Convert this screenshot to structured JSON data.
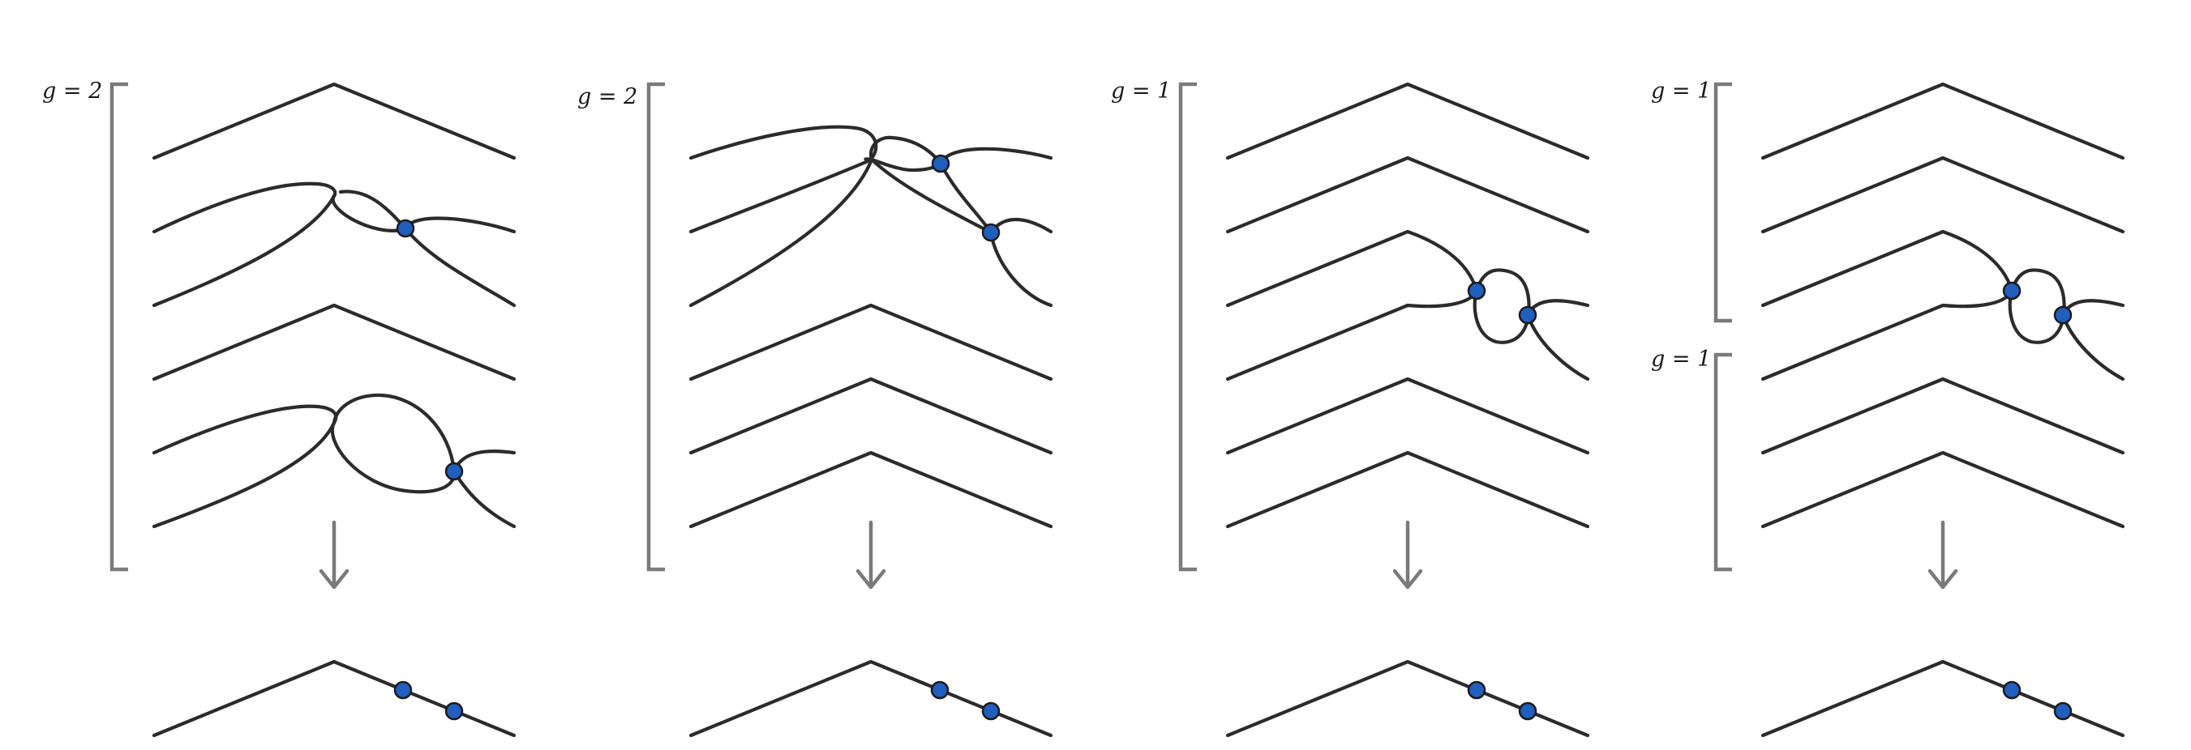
{
  "panels": [
    {
      "labels": [
        "g = 2"
      ]
    },
    {
      "labels": [
        "g = 2"
      ]
    },
    {
      "labels": [
        "g = 1"
      ]
    },
    {
      "labels": [
        "g = 1",
        "g = 1"
      ]
    }
  ],
  "colors": {
    "curve": "#2b2b2b",
    "bracket": "#7a7a7a",
    "node": "#1f5fbf"
  }
}
